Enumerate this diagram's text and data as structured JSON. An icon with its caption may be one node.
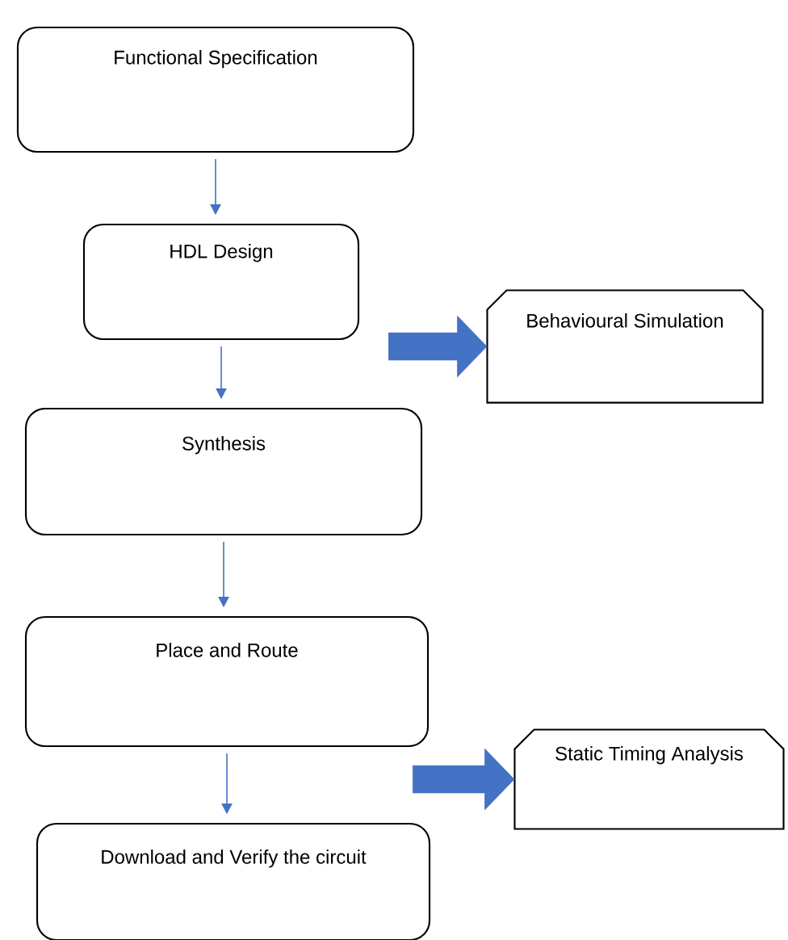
{
  "diagram": {
    "nodes": [
      {
        "text": [
          "Functional Specification"
        ]
      },
      {
        "text": [
          "HDL Design"
        ]
      },
      {
        "text": [
          "Synthesis"
        ]
      },
      {
        "text": [
          "Behavioural Simulation"
        ]
      },
      {
        "text": [
          "Place and Route"
        ]
      },
      {
        "text": [
          "Download and Verify the circuit"
        ]
      },
      {
        "text": [
          "Static Timing Analysis"
        ]
      }
    ],
    "edges": [
      {
        "from": 0,
        "to": 1,
        "arrow": "to"
      },
      {
        "from": 1,
        "to": 2,
        "arrow": "to"
      },
      {
        "from": 1,
        "to": 3,
        "arrow": "to",
        "style": "thick"
      },
      {
        "from": 2,
        "to": 4,
        "arrow": "to"
      },
      {
        "from": 4,
        "to": 5,
        "arrow": "to"
      },
      {
        "from": 4,
        "to": 6,
        "arrow": "to",
        "style": "thick"
      }
    ]
  }
}
